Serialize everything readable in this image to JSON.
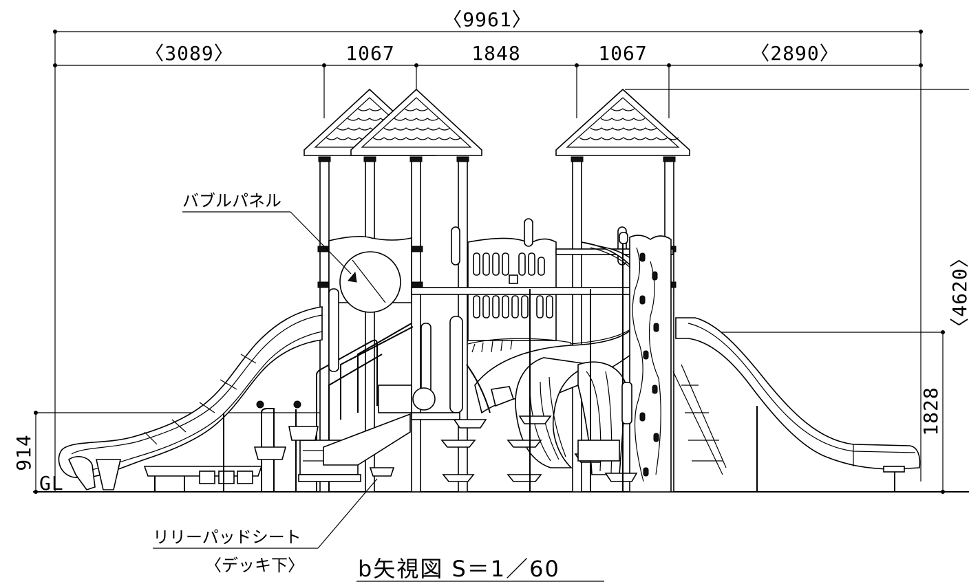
{
  "drawing": {
    "title": "b矢視図 S＝1／60",
    "labels": {
      "bubble_panel": "バブルパネル",
      "lily_pad_seat": "リリーパッドシート",
      "under_deck": "〈デッキ下〉",
      "ground_line": "GL"
    },
    "dimensions": {
      "overall_width": "〈9961〉",
      "segment_1": "〈3089〉",
      "segment_2": "1067",
      "segment_3": "1848",
      "segment_4": "1067",
      "segment_5": "〈2890〉",
      "overall_height": "〈4620〉",
      "slide_height": "1828",
      "deck_height": "914"
    }
  }
}
